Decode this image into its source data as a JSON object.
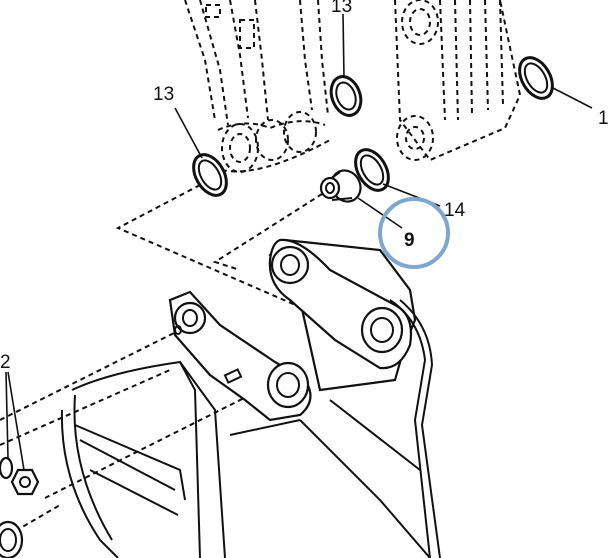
{
  "callouts": [
    {
      "id": "13-top",
      "text": "13"
    },
    {
      "id": "1",
      "text": "1"
    },
    {
      "id": "13-left",
      "text": "13"
    },
    {
      "id": "14",
      "text": "14"
    },
    {
      "id": "9",
      "text": "9"
    },
    {
      "id": "2",
      "text": "2"
    }
  ],
  "highlight": {
    "label": "9",
    "color": "#7fa6cf"
  }
}
